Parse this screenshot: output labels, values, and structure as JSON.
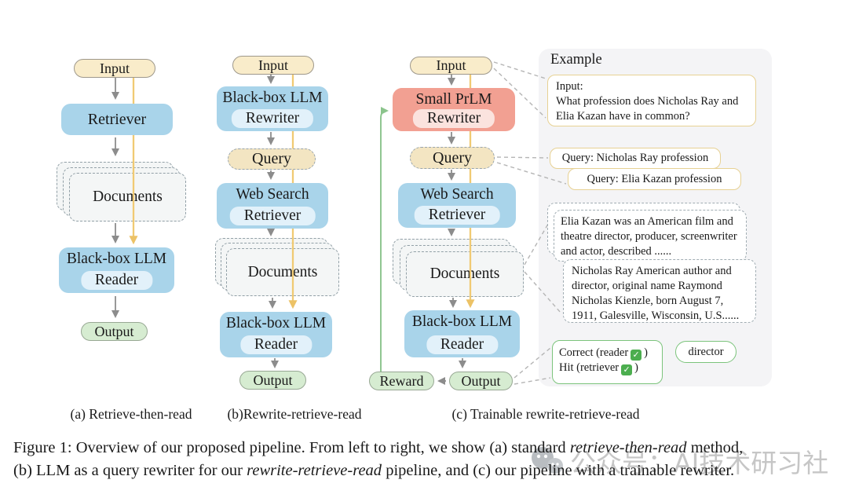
{
  "panels": {
    "a": {
      "label": "(a) Retrieve-then-read",
      "input": "Input",
      "retriever": "Retriever",
      "documents": "Documents",
      "reader_l1": "Black-box LLM",
      "reader_l2": "Reader",
      "output": "Output"
    },
    "b": {
      "label": "(b)Rewrite-retrieve-read",
      "input": "Input",
      "rewriter_l1": "Black-box LLM",
      "rewriter_l2": "Rewriter",
      "query": "Query",
      "retriever_l1": "Web Search",
      "retriever_l2": "Retriever",
      "documents": "Documents",
      "reader_l1": "Black-box LLM",
      "reader_l2": "Reader",
      "output": "Output"
    },
    "c": {
      "label": "(c) Trainable rewrite-retrieve-read",
      "input": "Input",
      "rewriter_l1": "Small PrLM",
      "rewriter_l2": "Rewriter",
      "query": "Query",
      "retriever_l1": "Web Search",
      "retriever_l2": "Retriever",
      "documents": "Documents",
      "reader_l1": "Black-box LLM",
      "reader_l2": "Reader",
      "output": "Output",
      "reward": "Reward"
    }
  },
  "example": {
    "title": "Example",
    "input_label": "Input:",
    "input_q1": "What profession does Nicholas Ray and",
    "input_q2": "Elia Kazan have in common?",
    "query1": "Query: Nicholas Ray profession",
    "query2": "Query: Elia Kazan profession",
    "doc1": "Elia Kazan was an American film and theatre director, producer, screenwriter and actor, described  ......",
    "doc2": "Nicholas Ray American author and director, original name Raymond Nicholas Kienzle, born August 7, 1911, Galesville, Wisconsin, U.S......",
    "correct_pre": "Correct (reader",
    "correct_post": ")",
    "hit_pre": "Hit (retriever",
    "hit_post": ")",
    "check_icon": "✓",
    "answer": "director"
  },
  "caption": {
    "l1a": "Figure 1:  Overview of our proposed pipeline. From left to right, we show (a) standard ",
    "l1b": "retrieve-then-read",
    "l1c": " method,",
    "l2a": "(b) LLM as a query rewriter for our ",
    "l2b": "rewrite-retrieve-read",
    "l2c": " pipeline, and (c) our pipeline with a trainable rewriter."
  },
  "watermark": "公众号：AI技术研习社",
  "colors": {
    "box_blue": "#a9d4ea",
    "box_blue_inner": "#e2f1fa",
    "box_red": "#f2a092",
    "box_red_inner": "#fbe3de",
    "pill_cream": "#f9ecca",
    "pill_tan": "#f3e5c2",
    "pill_green": "#d6ecd1",
    "panel_bg": "#f4f4f6",
    "yellow_line": "#f0ca73",
    "gray_arrow": "#8c8c8c",
    "green_arrow": "#8bc48c",
    "check_green": "#4cae4f"
  }
}
